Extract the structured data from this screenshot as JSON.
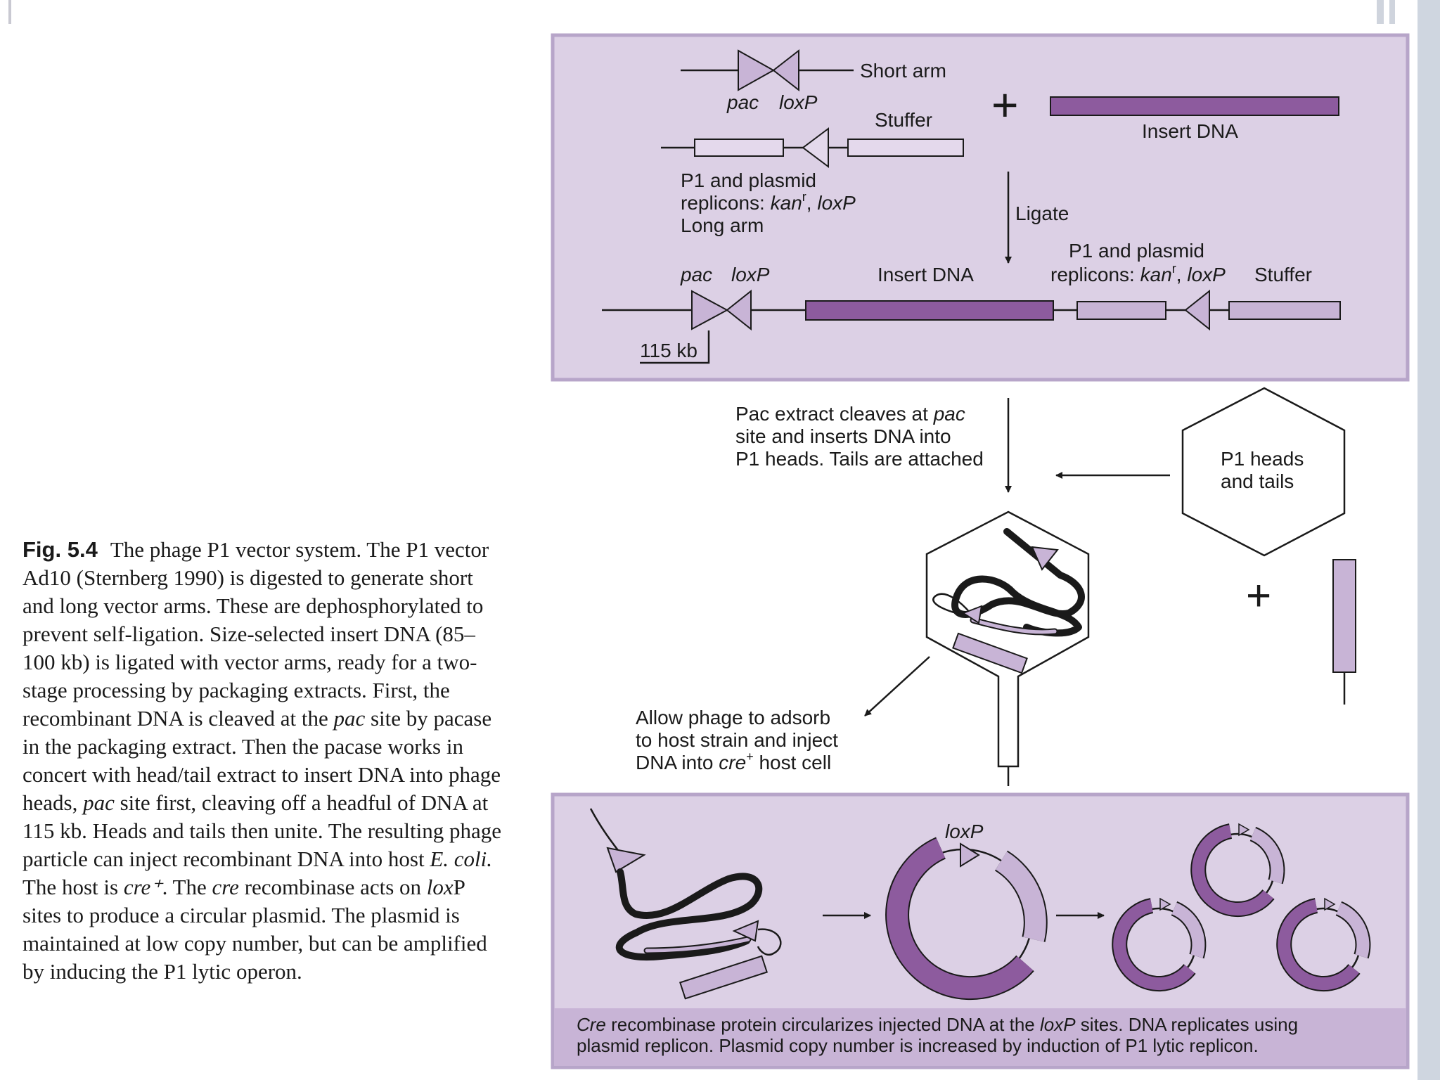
{
  "colors": {
    "panel_bg": "#dcd0e5",
    "panel_border": "#b7a5c9",
    "dark_purple": "#8d5b9e",
    "light_purple": "#c8b4d6",
    "pale_purple": "#e4d9ec",
    "text": "#1a1a1a"
  },
  "caption": {
    "fig_label": "Fig. 5.4",
    "segments": [
      {
        "t": "The phage P1 vector system. The P1 vector Ad10 (Sternberg 1990) is digested to generate short and long vector arms. These are dephosphorylated to prevent self-ligation. Size-selected insert DNA (85–100 kb) is ligated with vector arms, ready for a two-stage processing by packaging extracts. First, the recombinant DNA is cleaved at the ",
        "i": false
      },
      {
        "t": "pac",
        "i": true
      },
      {
        "t": " site by pacase in the packaging extract. Then the pacase works in concert with head/tail extract to insert DNA into phage heads, ",
        "i": false
      },
      {
        "t": "pac",
        "i": true
      },
      {
        "t": " site first, cleaving off a headful of DNA at 115 kb. Heads and tails then unite. The resulting phage particle can inject recombinant DNA into host ",
        "i": false
      },
      {
        "t": "E. coli.",
        "i": true
      },
      {
        "t": " The host is ",
        "i": false
      },
      {
        "t": "cre⁺",
        "i": true
      },
      {
        "t": ". The ",
        "i": false
      },
      {
        "t": "cre",
        "i": true
      },
      {
        "t": " recombinase acts on ",
        "i": false
      },
      {
        "t": "lox",
        "i": true
      },
      {
        "t": "P sites to produce a circular plasmid. The plasmid is maintained at low copy number, but can be amplified by inducing the P1 lytic operon.",
        "i": false
      }
    ]
  },
  "top_panel": {
    "short_arm": "Short arm",
    "pac": "pac",
    "loxp": "loxP",
    "plus": "+",
    "insert_dna": "Insert DNA",
    "stuffer": "Stuffer",
    "p1_replicons_line1": "P1 and plasmid",
    "p1_replicons_line2_a": "replicons: ",
    "kan": "kan",
    "kan_sup": "r",
    "p1_replicons_line2_b": ", ",
    "long_arm": "Long arm",
    "ligate": "Ligate",
    "bottom_pac": "pac",
    "bottom_loxp": "loxP",
    "bottom_insert": "Insert DNA",
    "bottom_repl_line1": "P1 and plasmid",
    "bottom_repl_line2_a": "replicons: ",
    "bottom_stuffer": "Stuffer",
    "kb": "115 kb"
  },
  "middle": {
    "pac_extract_1a": "Pac extract cleaves at ",
    "pac_extract_1b": "pac",
    "pac_extract_2": "site and inserts DNA  into",
    "pac_extract_3": "P1 heads. Tails are attached",
    "heads_tails_1": "P1 heads",
    "heads_tails_2": "and tails",
    "plus": "+",
    "adsorb_1": "Allow phage to adsorb",
    "adsorb_2": "to host strain and inject",
    "adsorb_3a": "DNA into ",
    "adsorb_3b": "cre",
    "adsorb_3c": "+",
    "adsorb_3d": " host cell"
  },
  "bottom_panel": {
    "loxp": "loxP",
    "caption_1a": "Cre",
    "caption_1b": " recombinase protein circularizes injected DNA at the ",
    "caption_1c": "loxP",
    "caption_1d": " sites. DNA replicates using",
    "caption_2": "plasmid replicon. Plasmid copy number is increased by induction of P1 lytic replicon."
  }
}
